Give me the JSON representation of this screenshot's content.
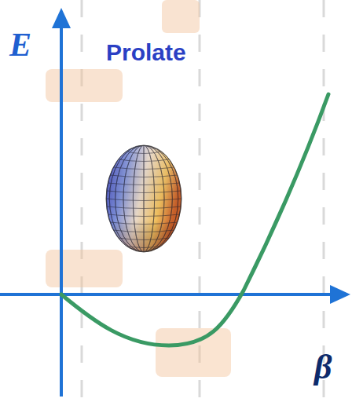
{
  "diagram": {
    "labels": [
      "E",
      "Prolate",
      "β"
    ]
  }
}
